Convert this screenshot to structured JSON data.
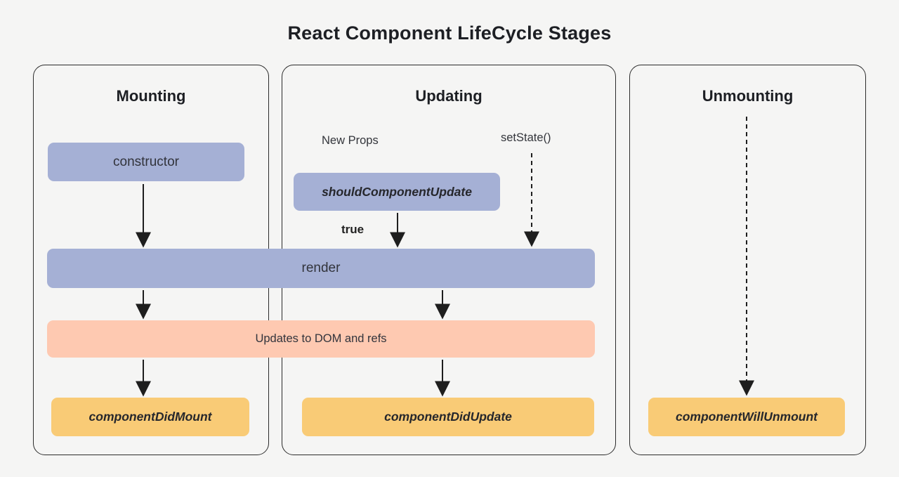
{
  "title": "React Component LifeCycle Stages",
  "colors": {
    "background": "#f5f5f4",
    "panel_border": "#2b2b2b",
    "node_blue": "#a5b0d5",
    "node_salmon": "#fec9b1",
    "node_orange": "#f9cb76",
    "arrow": "#1e1e1e",
    "text_dark": "#1d1f24",
    "text_node": "#32343c"
  },
  "panels": [
    {
      "id": "mounting",
      "title": "Mounting"
    },
    {
      "id": "updating",
      "title": "Updating"
    },
    {
      "id": "unmounting",
      "title": "Unmounting"
    }
  ],
  "nodes": {
    "constructor": {
      "label": "constructor",
      "color": "#a5b0d5"
    },
    "should_component_update": {
      "label": "shouldComponentUpdate",
      "color": "#a5b0d5"
    },
    "render": {
      "label": "render",
      "color": "#a5b0d5"
    },
    "updates_dom": {
      "label": "Updates to DOM and refs",
      "color": "#fec9b1"
    },
    "component_did_mount": {
      "label": "componentDidMount",
      "color": "#f9cb76"
    },
    "component_did_update": {
      "label": "componentDidUpdate",
      "color": "#f9cb76"
    },
    "component_will_unmount": {
      "label": "componentWillUnmount",
      "color": "#f9cb76"
    }
  },
  "annotations": {
    "new_props": "New Props",
    "set_state": "setState()",
    "true_label": "true"
  }
}
